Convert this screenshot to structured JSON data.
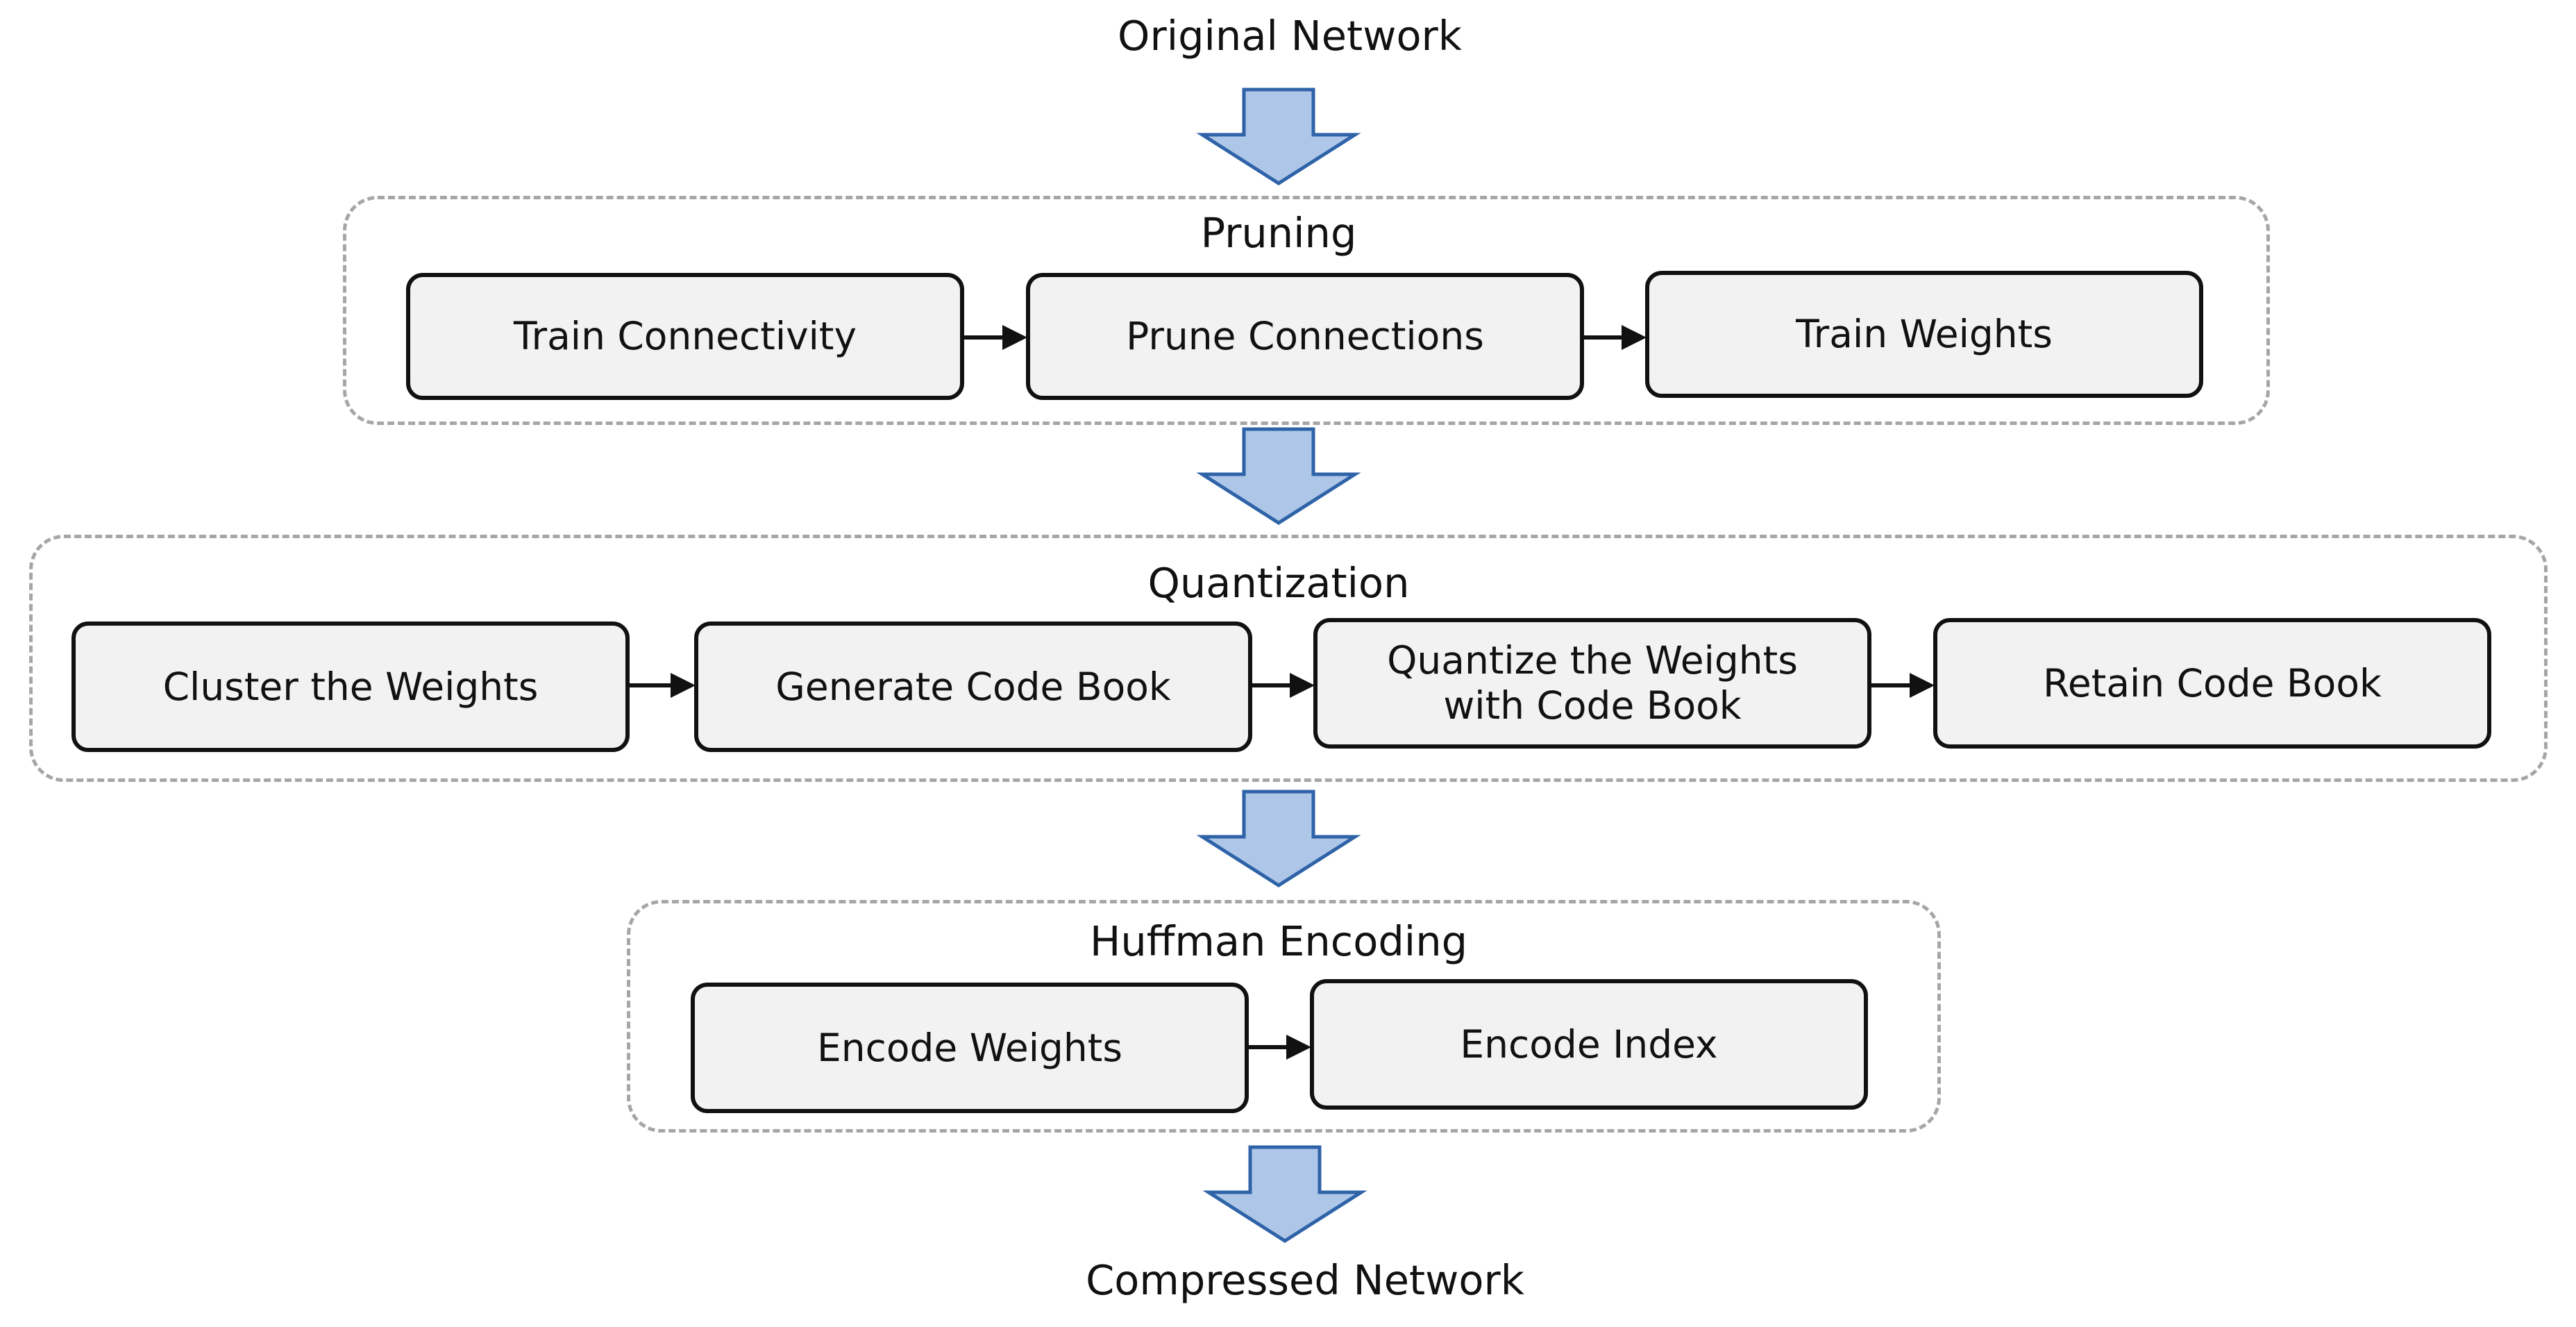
{
  "start_label": "Original Network",
  "end_label": "Compressed Network",
  "stages": [
    {
      "title": "Pruning",
      "steps": [
        "Train Connectivity",
        "Prune Connections",
        "Train Weights"
      ]
    },
    {
      "title": "Quantization",
      "steps": [
        "Cluster the Weights",
        "Generate Code Book",
        "Quantize the Weights\nwith Code Book",
        "Retain Code Book"
      ]
    },
    {
      "title": "Huffman Encoding",
      "steps": [
        "Encode Weights",
        "Encode Index"
      ]
    }
  ],
  "colors": {
    "flow_arrow_fill": "#aec7e8",
    "flow_arrow_stroke": "#2f63a8",
    "step_fill": "#f2f2f2",
    "group_border": "#a6a6a6"
  }
}
